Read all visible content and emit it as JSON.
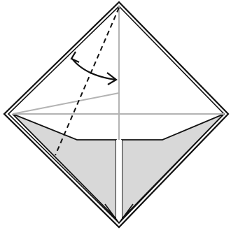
{
  "diagram": {
    "kind": "origami-fold-instruction",
    "shape": "square-base-diamond",
    "colors": {
      "paper_front": "#ffffff",
      "paper_back": "#d8d8d8",
      "outline": "#111111",
      "crease": "#b3b3b3",
      "fold_line": "#111111",
      "arrow": "#111111"
    },
    "elements": [
      "outer-edge",
      "inner-edge",
      "flap-left",
      "flap-right",
      "vertical-crease",
      "horizontal-crease",
      "diagonal-crease",
      "valley-fold-line",
      "fold-arrow"
    ]
  }
}
